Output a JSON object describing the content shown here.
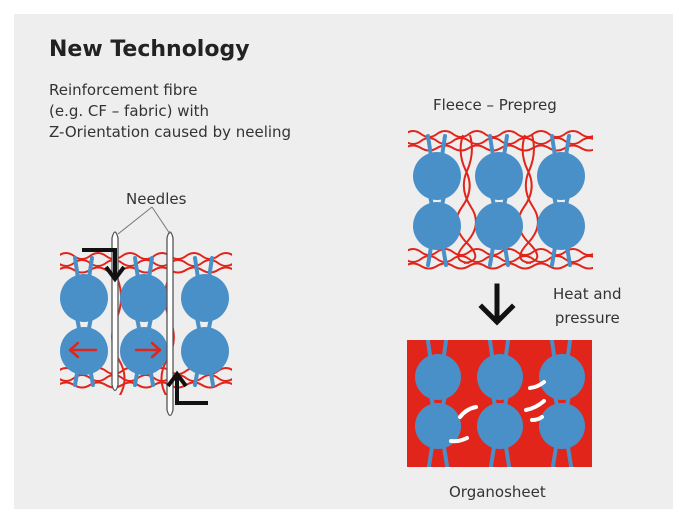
{
  "title": "New Technology",
  "description": [
    "Reinforcement fibre",
    "(e.g. CF – fabric) with",
    "Z-Orientation caused by neeling"
  ],
  "labels": {
    "needles": "Needles",
    "fleece": "Fleece – Prepreg",
    "heat_line1": "Heat and",
    "heat_line2": "pressure",
    "organosheet": "Organosheet"
  },
  "colors": {
    "panel": "#eeeeee",
    "fibre": "#4a90c8",
    "fleece": "#e1251b",
    "arrow": "#111111",
    "flow": "#ffffff"
  }
}
